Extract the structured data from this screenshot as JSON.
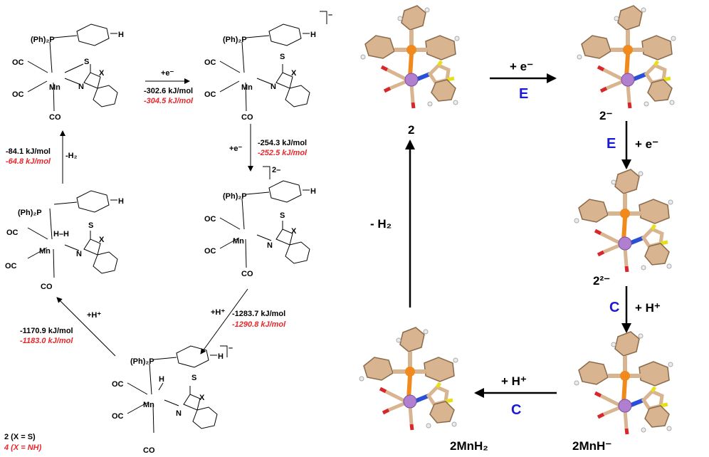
{
  "labels": {
    "ph2p": "(Ph)₂P",
    "h": "H",
    "oc": "OC",
    "co": "CO",
    "mn": "Mn",
    "n": "N",
    "s": "S",
    "x": "X",
    "hh": "H–H"
  },
  "charges": {
    "minus": "–",
    "two_minus": "2–"
  },
  "scheme": {
    "step1": {
      "reagent": "+e⁻",
      "energy": "-302.6 kJ/mol",
      "energy_nh": "-304.5 kJ/mol"
    },
    "step2": {
      "reagent": "+e⁻",
      "energy": "-254.3 kJ/mol",
      "energy_nh": "-252.5 kJ/mol"
    },
    "step3": {
      "reagent": "+H⁺",
      "energy": "-1283.7 kJ/mol",
      "energy_nh": "-1290.8 kJ/mol"
    },
    "step4": {
      "reagent": "+H⁺",
      "energy": "-1170.9 kJ/mol",
      "energy_nh": "-1183.0 kJ/mol"
    },
    "step5": {
      "reagent": "-H₂",
      "energy": "-84.1 kJ/mol",
      "energy_nh": "-64.8 kJ/mol"
    }
  },
  "legend": {
    "line1": "2 (X = S)",
    "line2": "4 (X = NH)"
  },
  "cycle": {
    "species": [
      "2",
      "2⁻",
      "2²⁻",
      "2MnH⁻",
      "2MnH₂"
    ],
    "arrows": [
      {
        "reagent": "+ e⁻",
        "step": "E"
      },
      {
        "reagent": "+ e⁻",
        "step": "E"
      },
      {
        "reagent": "+ H⁺",
        "step": "C"
      },
      {
        "reagent": "+ H⁺",
        "step": "C"
      },
      {
        "reagent": "- H₂",
        "step": ""
      }
    ]
  },
  "colors": {
    "manganese": "#b07fd0",
    "phosphorus": "#f08a1c",
    "sulfur": "#e6e01a",
    "nitrogen": "#2a4fd6",
    "oxygen": "#d8262b",
    "carbon": "#d8b590",
    "hydrogen": "#ececec",
    "step_label": "#1a1ad6",
    "nh_energy": "#e8262b"
  }
}
